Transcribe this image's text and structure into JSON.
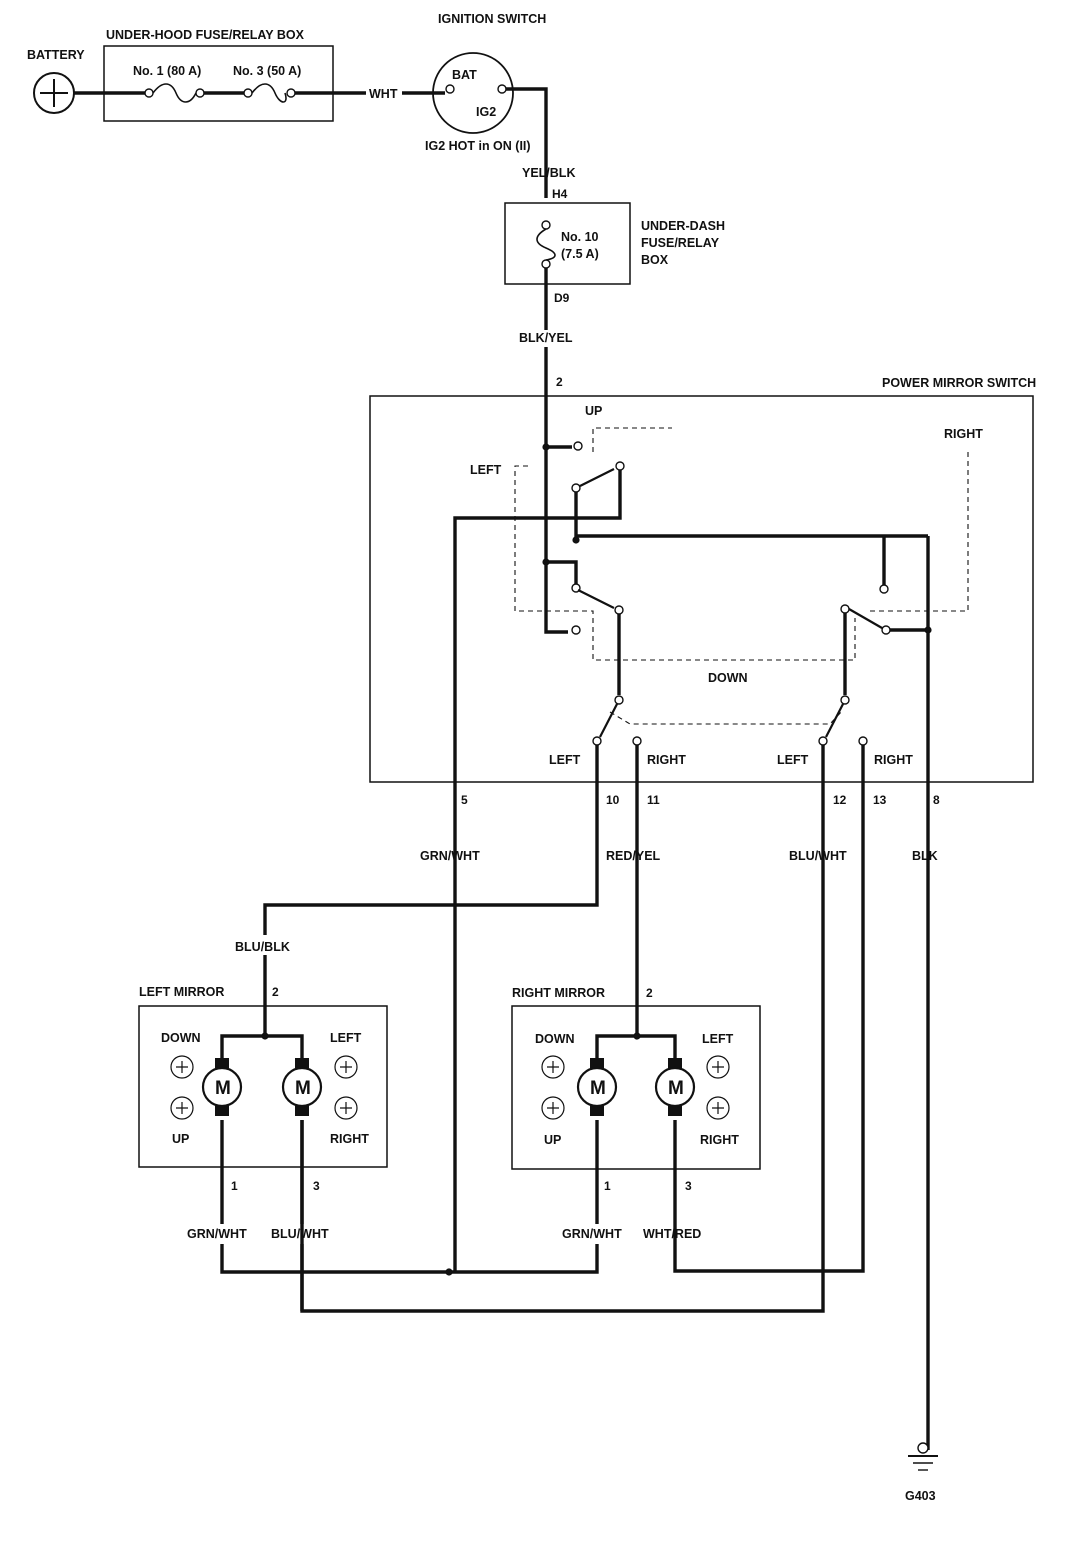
{
  "components": {
    "battery": "BATTERY",
    "underhood_box": "UNDER-HOOD FUSE/RELAY BOX",
    "fuse1": "No. 1 (80 A)",
    "fuse3": "No. 3 (50 A)",
    "ignition_switch": "IGNITION SWITCH",
    "ign_bat": "BAT",
    "ign_ig2": "IG2",
    "ign_note": "IG2 HOT in ON (II)",
    "underdash_box": [
      "UNDER-DASH",
      "FUSE/RELAY",
      "BOX"
    ],
    "fuse10": [
      "No. 10",
      "(7.5 A)"
    ],
    "power_mirror_switch": "POWER MIRROR SWITCH",
    "left_mirror": "LEFT MIRROR",
    "right_mirror": "RIGHT MIRROR",
    "ground": "G403",
    "motor": "M"
  },
  "wires": {
    "wht": "WHT",
    "yel_blk": "YEL/BLK",
    "blk_yel": "BLK/YEL",
    "grn_wht": "GRN/WHT",
    "red_yel": "RED/YEL",
    "blu_wht": "BLU/WHT",
    "blk": "BLK",
    "blu_blk": "BLU/BLK",
    "wht_red": "WHT/RED"
  },
  "connectors": {
    "h4": "H4",
    "d9": "D9"
  },
  "switch_labels": {
    "up": "UP",
    "left": "LEFT",
    "right": "RIGHT",
    "down": "DOWN",
    "left_a": "LEFT",
    "right_a": "RIGHT",
    "left_b": "LEFT",
    "right_b": "RIGHT"
  },
  "switch_pins": {
    "p2": "2",
    "p5": "5",
    "p10": "10",
    "p11": "11",
    "p12": "12",
    "p13": "13",
    "p8": "8"
  },
  "mirror_labels": {
    "down": "DOWN",
    "up": "UP",
    "left": "LEFT",
    "right": "RIGHT"
  },
  "mirror_pins": {
    "p2": "2",
    "p1": "1",
    "p3": "3"
  },
  "mirror_wires": {
    "left_pin1": "GRN/WHT",
    "left_pin3": "BLU/WHT",
    "right_pin1": "GRN/WHT",
    "right_pin3": "WHT/RED"
  }
}
